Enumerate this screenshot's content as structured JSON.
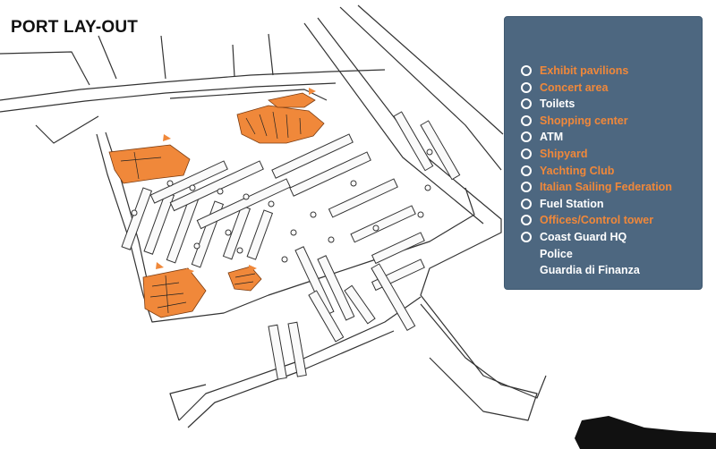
{
  "title": "PORT LAY-OUT",
  "colors": {
    "highlight": "#f0883a",
    "legend_bg": "#4d6780",
    "line": "#333333",
    "rock": "#111111"
  },
  "legend": [
    {
      "label": "Exhibit pavilions",
      "color": "orange"
    },
    {
      "label": "Concert area",
      "color": "orange"
    },
    {
      "label": "Toilets",
      "color": "white"
    },
    {
      "label": "Shopping center",
      "color": "orange"
    },
    {
      "label": "ATM",
      "color": "white"
    },
    {
      "label": "Shipyard",
      "color": "orange"
    },
    {
      "label": "Yachting Club",
      "color": "orange"
    },
    {
      "label": "Italian Sailing Federation",
      "color": "orange"
    },
    {
      "label": "Fuel Station",
      "color": "white"
    },
    {
      "label": "Offices/Control tower",
      "color": "orange"
    },
    {
      "label": "Coast Guard HQ",
      "color": "white",
      "extra": [
        "Police",
        "Guardia di Finanza"
      ]
    }
  ]
}
